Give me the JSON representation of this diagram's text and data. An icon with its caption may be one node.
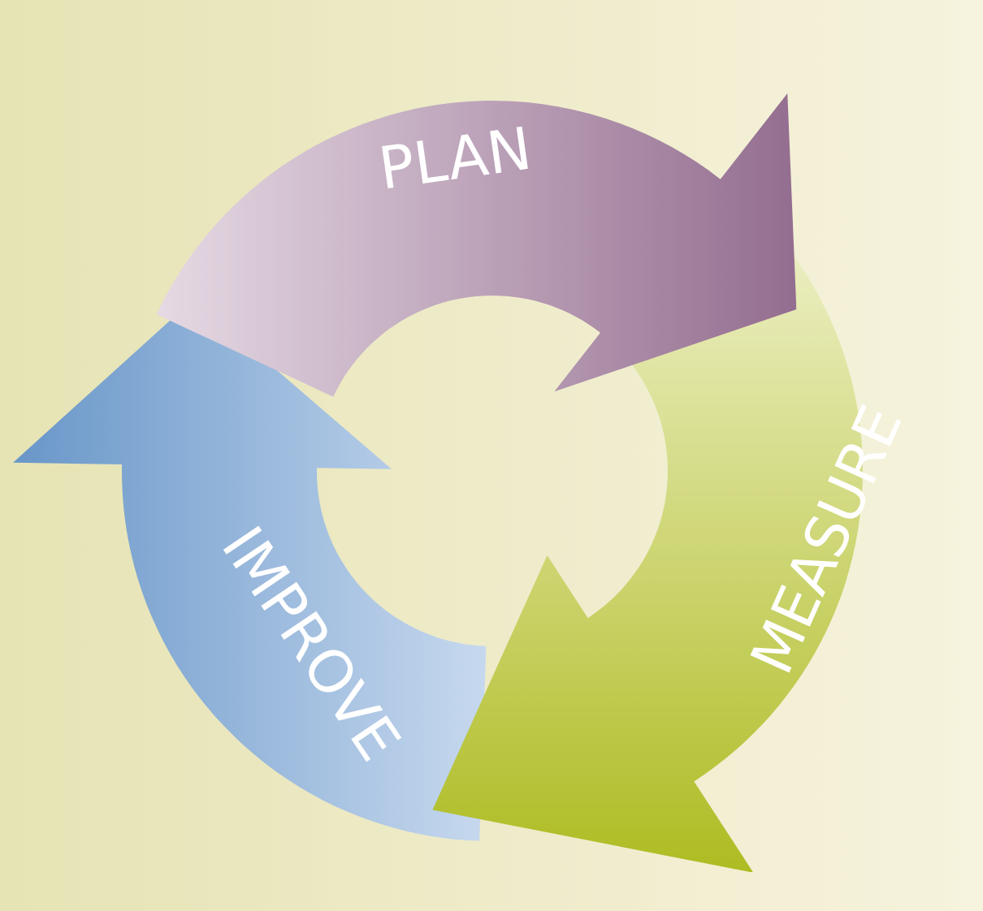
{
  "diagram": {
    "nodes": [
      {
        "text": [
          "PLAN"
        ]
      },
      {
        "text": [
          "MEASURE"
        ]
      },
      {
        "text": [
          "IMPROVE"
        ]
      }
    ]
  }
}
